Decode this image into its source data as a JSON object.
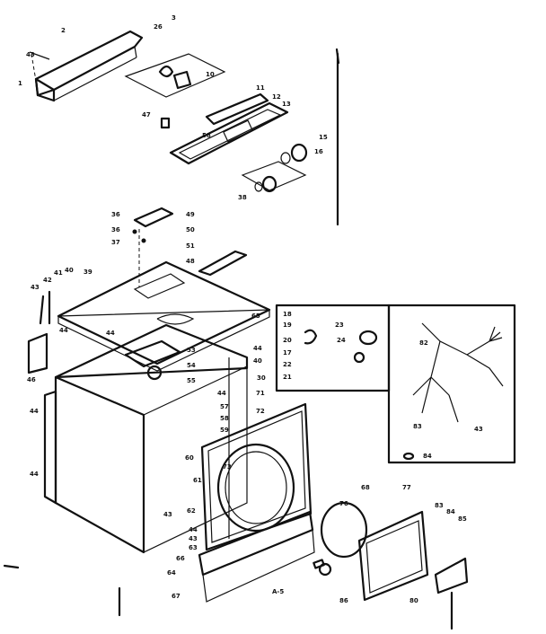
{
  "labels": [
    {
      "text": "2"
    },
    {
      "text": "3"
    },
    {
      "text": "26"
    },
    {
      "text": "43"
    },
    {
      "text": "1"
    },
    {
      "text": "10"
    },
    {
      "text": "11"
    },
    {
      "text": "12"
    },
    {
      "text": "13"
    },
    {
      "text": "47"
    },
    {
      "text": "58"
    },
    {
      "text": "15"
    },
    {
      "text": "16"
    },
    {
      "text": "38"
    },
    {
      "text": "36"
    },
    {
      "text": "49"
    },
    {
      "text": "36"
    },
    {
      "text": "50"
    },
    {
      "text": "37"
    },
    {
      "text": "51"
    },
    {
      "text": "48"
    },
    {
      "text": "43"
    },
    {
      "text": "42"
    },
    {
      "text": "41"
    },
    {
      "text": "40"
    },
    {
      "text": "39"
    },
    {
      "text": "65"
    },
    {
      "text": "44"
    },
    {
      "text": "44"
    },
    {
      "text": "46"
    },
    {
      "text": "53"
    },
    {
      "text": "54"
    },
    {
      "text": "55"
    },
    {
      "text": "44"
    },
    {
      "text": "40"
    },
    {
      "text": "44"
    },
    {
      "text": "30"
    },
    {
      "text": "44"
    },
    {
      "text": "44"
    },
    {
      "text": "71"
    },
    {
      "text": "72"
    },
    {
      "text": "57"
    },
    {
      "text": "58"
    },
    {
      "text": "59"
    },
    {
      "text": "60"
    },
    {
      "text": "61"
    },
    {
      "text": "62"
    },
    {
      "text": "73"
    },
    {
      "text": "43"
    },
    {
      "text": "44"
    },
    {
      "text": "43"
    },
    {
      "text": "63"
    },
    {
      "text": "66"
    },
    {
      "text": "64"
    },
    {
      "text": "67"
    },
    {
      "text": "A-5"
    },
    {
      "text": "76"
    },
    {
      "text": "68"
    },
    {
      "text": "77"
    },
    {
      "text": "83"
    },
    {
      "text": "84"
    },
    {
      "text": "85"
    },
    {
      "text": "80"
    },
    {
      "text": "86"
    },
    {
      "text": "18"
    },
    {
      "text": "19"
    },
    {
      "text": "20"
    },
    {
      "text": "17"
    },
    {
      "text": "22"
    },
    {
      "text": "21"
    },
    {
      "text": "23"
    },
    {
      "text": "24"
    },
    {
      "text": "82"
    },
    {
      "text": "83"
    },
    {
      "text": "43"
    },
    {
      "text": "84"
    }
  ]
}
